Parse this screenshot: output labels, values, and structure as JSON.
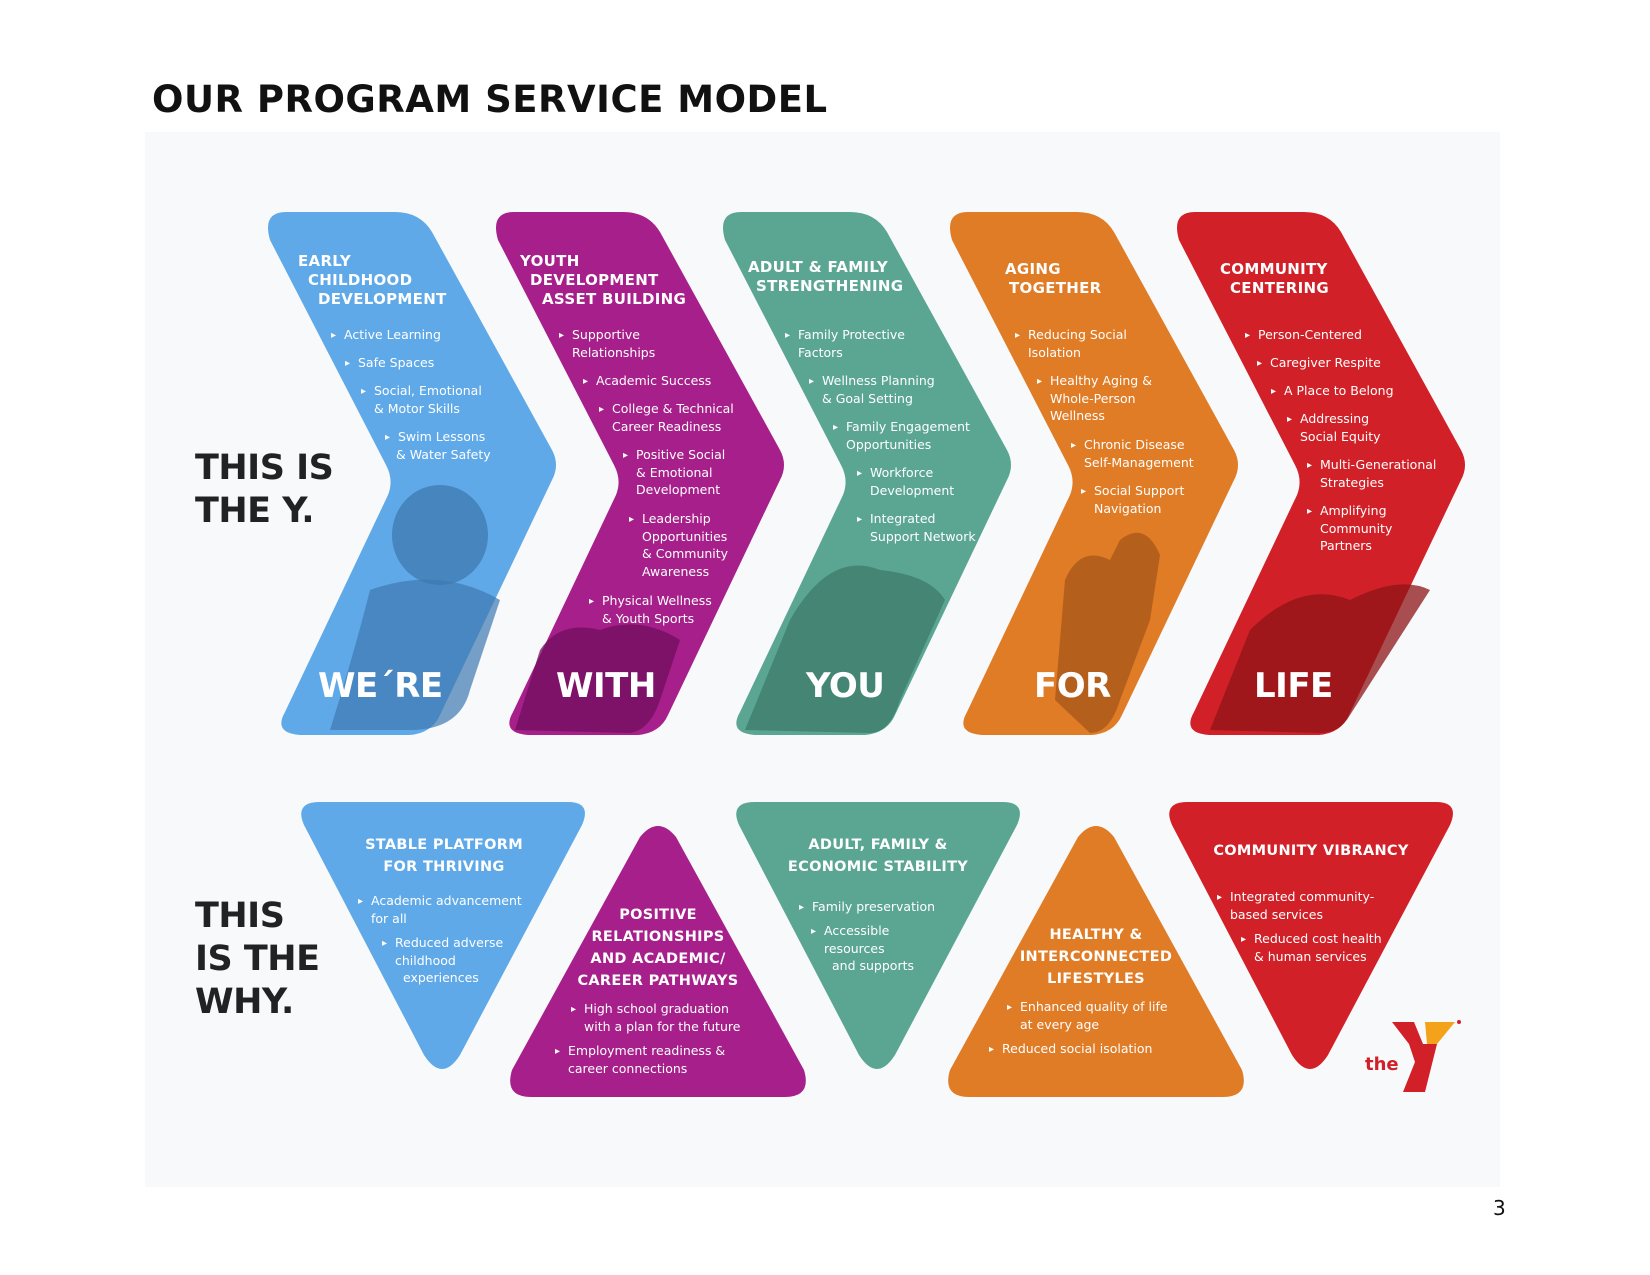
{
  "title": "OUR PROGRAM SERVICE MODEL",
  "row1_label": [
    "THIS IS",
    "THE Y."
  ],
  "row2_label": [
    "THIS",
    "IS THE",
    "WHY."
  ],
  "colors": {
    "blue": "#5fa9e8",
    "purple": "#a61f8a",
    "teal": "#5aa693",
    "orange": "#e07b26",
    "red": "#d12027"
  },
  "chevrons": [
    {
      "header": [
        "EARLY",
        "CHILDHOOD",
        "DEVELOPMENT"
      ],
      "bullets": [
        [
          "Active Learning"
        ],
        [
          "Safe Spaces"
        ],
        [
          "Social, Emotional",
          "& Motor Skills"
        ],
        [
          "Swim Lessons",
          "& Water Safety"
        ]
      ],
      "word": "WE´RE"
    },
    {
      "header": [
        "YOUTH",
        "DEVELOPMENT",
        "ASSET BUILDING"
      ],
      "bullets": [
        [
          "Supportive",
          "Relationships"
        ],
        [
          "Academic Success"
        ],
        [
          "College & Technical",
          "Career Readiness"
        ],
        [
          "Positive Social",
          "& Emotional",
          "Development"
        ],
        [
          "Leadership",
          "Opportunities",
          "& Community",
          "Awareness"
        ],
        [
          "Physical Wellness",
          "& Youth Sports"
        ]
      ],
      "word": "WITH"
    },
    {
      "header": [
        "ADULT & FAMILY",
        "STRENGTHENING"
      ],
      "bullets": [
        [
          "Family Protective",
          "Factors"
        ],
        [
          "Wellness Planning",
          "& Goal Setting"
        ],
        [
          "Family Engagement",
          "Opportunities"
        ],
        [
          "Workforce",
          "Development"
        ],
        [
          "Integrated",
          "Support Network"
        ]
      ],
      "word": "YOU"
    },
    {
      "header": [
        "AGING",
        "TOGETHER"
      ],
      "bullets": [
        [
          "Reducing Social",
          "Isolation"
        ],
        [
          "Healthy Aging &",
          "Whole-Person",
          "Wellness"
        ],
        [
          "Chronic Disease",
          "Self-Management"
        ],
        [
          "Social Support",
          "Navigation"
        ]
      ],
      "word": "FOR"
    },
    {
      "header": [
        "COMMUNITY",
        "CENTERING"
      ],
      "bullets": [
        [
          "Person-Centered"
        ],
        [
          "Caregiver Respite"
        ],
        [
          "A Place to Belong"
        ],
        [
          "Addressing",
          "Social Equity"
        ],
        [
          "Multi-Generational",
          "Strategies"
        ],
        [
          "Amplifying",
          "Community",
          "Partners"
        ]
      ],
      "word": "LIFE"
    }
  ],
  "triangles": [
    {
      "header": [
        "STABLE PLATFORM",
        "FOR THRIVING"
      ],
      "bullets": [
        [
          "Academic advancement",
          "for all"
        ],
        [
          "Reduced adverse",
          "childhood",
          "experiences"
        ]
      ]
    },
    {
      "header": [
        "POSITIVE",
        "RELATIONSHIPS",
        "AND ACADEMIC/",
        "CAREER PATHWAYS"
      ],
      "bullets": [
        [
          "High school graduation",
          "with a plan for the future"
        ],
        [
          "Employment readiness &",
          "career connections"
        ]
      ]
    },
    {
      "header": [
        "ADULT, FAMILY &",
        "ECONOMIC STABILITY"
      ],
      "bullets": [
        [
          "Family preservation"
        ],
        [
          "Accessible",
          "resources",
          "and supports"
        ]
      ]
    },
    {
      "header": [
        "HEALTHY &",
        "INTERCONNECTED",
        "LIFESTYLES"
      ],
      "bullets": [
        [
          "Enhanced quality of life",
          "at every age"
        ],
        [
          "Reduced social isolation"
        ]
      ]
    },
    {
      "header": [
        "COMMUNITY VIBRANCY"
      ],
      "bullets": [
        [
          "Integrated community-",
          "based services"
        ],
        [
          "Reduced cost health",
          "& human services"
        ]
      ]
    }
  ],
  "logo_text": "the",
  "page_number": "3"
}
